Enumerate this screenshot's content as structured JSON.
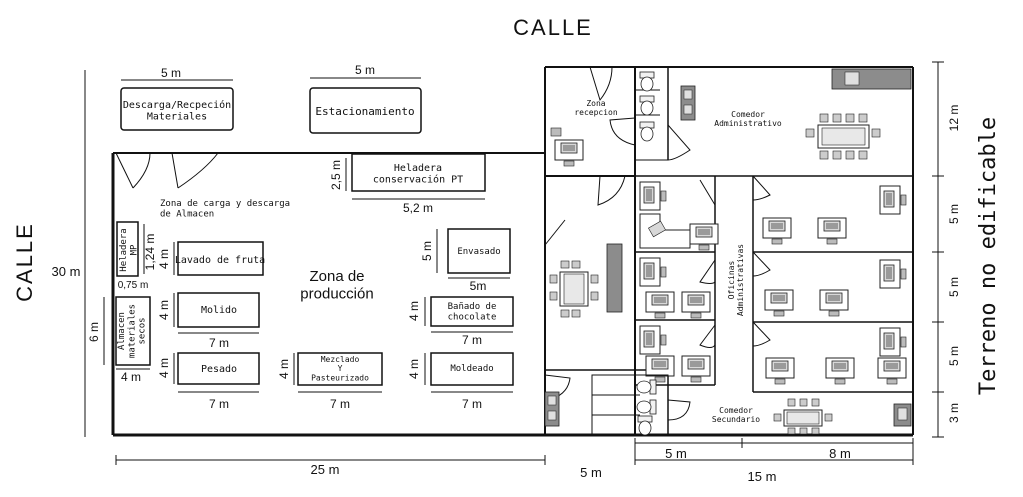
{
  "street_top": "CALLE",
  "street_left": "CALLE",
  "terrain_right": "Terreno no edificable",
  "overall_height": "30 m",
  "areas": {
    "descarga": "Descarga/Recpeción\nMateriales",
    "descarga_width": "5 m",
    "estacionamiento": "Estacionamiento",
    "estacionamiento_width": "5 m",
    "zona_carga": "Zona de carga y descarga\nde Almacen",
    "heladera_pt": "Heladera\nconservación PT",
    "heladera_pt_depth": "2,5 m",
    "heladera_pt_width": "5,2 m",
    "zona_produccion": "Zona de\nproducción",
    "heladera_mp": "Heladera\nMP",
    "heladera_mp_depth": "1,24 m",
    "heladera_mp_width": "0,75 m",
    "almacen": "Almacen\nmateriales\nsecos",
    "almacen_depth": "6 m",
    "almacen_width": "4 m",
    "lavado": "Lavado de fruta",
    "lavado_depth": "4 m",
    "molido": "Molido",
    "molido_depth": "4 m",
    "molido_width": "7 m",
    "pesado": "Pesado",
    "pesado_depth": "4 m",
    "pesado_width": "7 m",
    "mezclado": "Mezclado\nY\nPasteurizado",
    "mezclado_depth": "4 m",
    "mezclado_width": "7 m",
    "envasado": "Envasado",
    "envasado_depth": "5 m",
    "envasado_width": "5m",
    "banado": "Bañado de\nchocolate",
    "banado_depth": "4 m",
    "banado_width": "7 m",
    "moldeado": "Moldeado",
    "moldeado_depth": "4 m",
    "moldeado_width": "7 m",
    "zona_recepcion": "Zona\nrecepcion",
    "comedor_admin": "Comedor\nAdministrativo",
    "oficinas": "Oficinas\nAdministrativas",
    "comedor_sec": "Comedor\nSecundario"
  },
  "bottom_dims": [
    "25 m",
    "5 m",
    "5 m",
    "8 m",
    "15 m"
  ],
  "right_dims": [
    "12 m",
    "5 m",
    "5 m",
    "5 m",
    "3 m"
  ]
}
